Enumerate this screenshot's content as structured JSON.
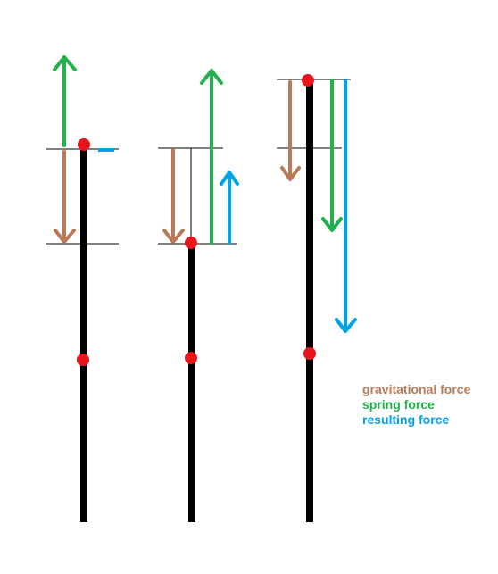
{
  "colors": {
    "rod": "#000000",
    "mass_point": "#e8161b",
    "gravitational": "#b97a57",
    "spring": "#22b14c",
    "resulting": "#00a2e8",
    "reference_line": "#000000"
  },
  "legend": {
    "gravitational": "gravitational force",
    "spring": "spring force",
    "resulting": "resulting force"
  }
}
